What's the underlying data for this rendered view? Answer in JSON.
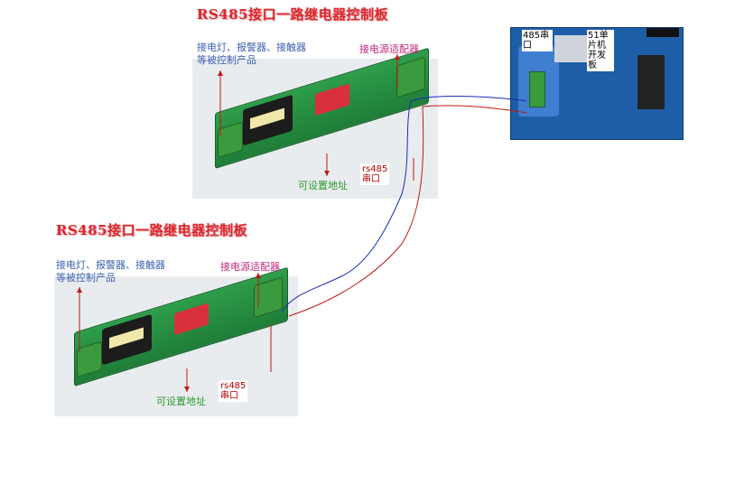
{
  "board1": {
    "title": "RS485接口一路继电器控制板",
    "note_connect_devices": [
      "接电灯、报警器、接触器",
      "等被控制产品"
    ],
    "note_power_adapter": "接电源适配器",
    "note_address": "可设置地址",
    "note_rs485": [
      "rs485",
      "串口"
    ]
  },
  "board2": {
    "title": "RS485接口一路继电器控制板",
    "note_connect_devices": [
      "接电灯、报警器、接触器",
      "等被控制产品"
    ],
    "note_power_adapter": "接电源适配器",
    "note_address": "可设置地址",
    "note_rs485": [
      "rs485",
      "串口"
    ]
  },
  "mcu": {
    "label_serial": [
      "485串",
      "口"
    ],
    "label_board": [
      "51单",
      "片机",
      "开发",
      "板"
    ]
  },
  "colors": {
    "title_red": "#d8292f",
    "wire_blue": "#1a2bb8",
    "wire_red": "#c01818",
    "annotation_blue": "#3a5fb0",
    "annotation_pink": "#c0297a",
    "annotation_green": "#2d9a2d"
  }
}
